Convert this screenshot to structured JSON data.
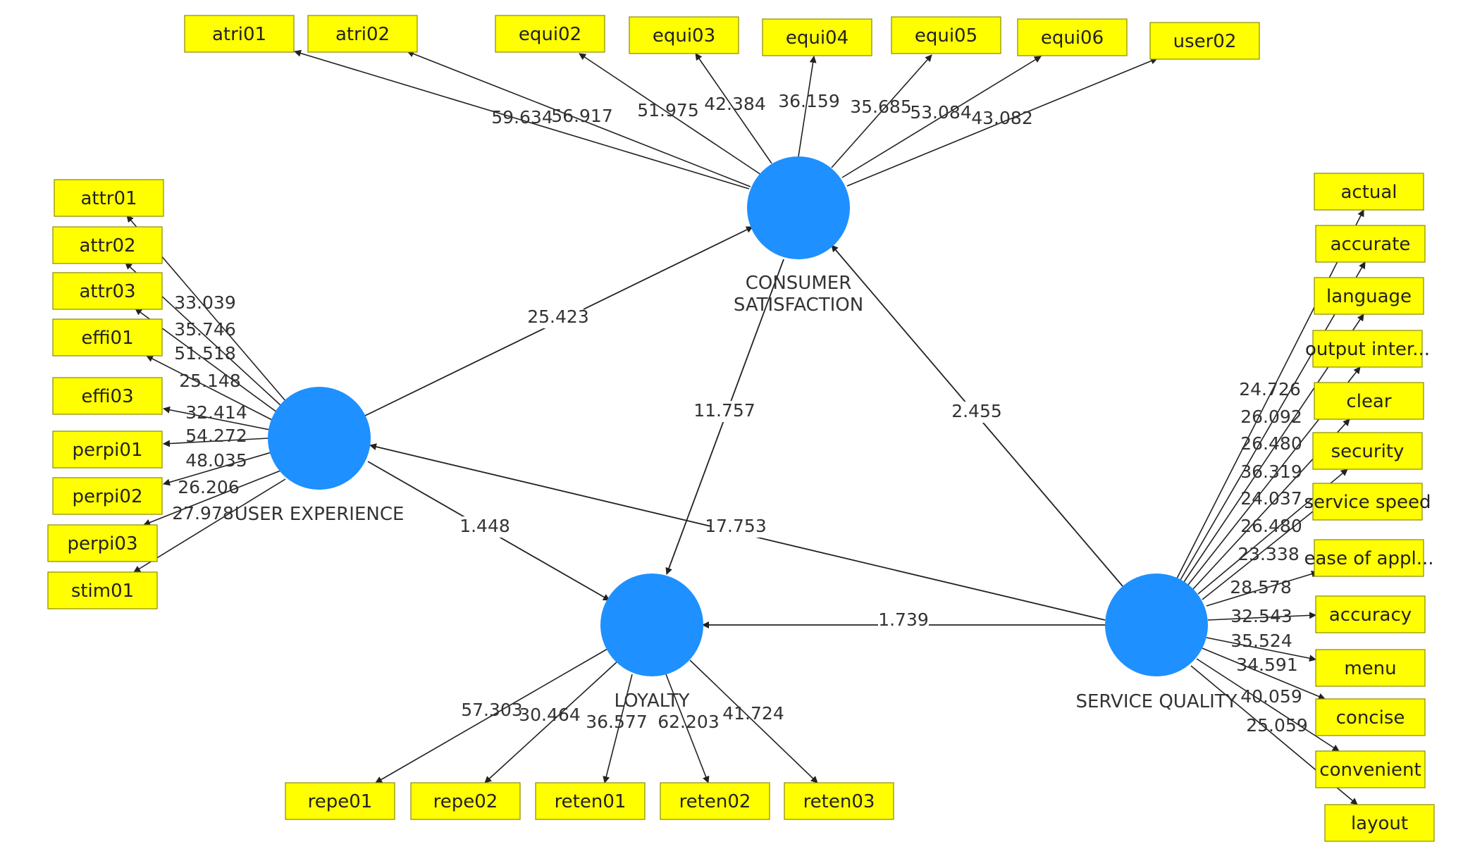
{
  "colors": {
    "indicator_fill": "#ffff00",
    "indicator_stroke": "#8a8a00",
    "construct_fill": "#1e90ff",
    "line": "#222222",
    "text": "#222222"
  },
  "constructs": [
    {
      "id": "cs",
      "label_lines": [
        "CONSUMER",
        "SATISFACTION"
      ]
    },
    {
      "id": "ux",
      "label_lines": [
        "USER EXPERIENCE"
      ]
    },
    {
      "id": "loy",
      "label_lines": [
        "LOYALTY"
      ]
    },
    {
      "id": "sq",
      "label_lines": [
        "SERVICE QUALITY"
      ]
    }
  ],
  "indicators": [
    {
      "id": "atri01",
      "label": "atri01",
      "construct": "cs",
      "coef": "59.634"
    },
    {
      "id": "atri02",
      "label": "atri02",
      "construct": "cs",
      "coef": "56.917"
    },
    {
      "id": "equi02",
      "label": "equi02",
      "construct": "cs",
      "coef": "51.975"
    },
    {
      "id": "equi03",
      "label": "equi03",
      "construct": "cs",
      "coef": "42.384"
    },
    {
      "id": "equi04",
      "label": "equi04",
      "construct": "cs",
      "coef": "36.159"
    },
    {
      "id": "equi05",
      "label": "equi05",
      "construct": "cs",
      "coef": "35.685"
    },
    {
      "id": "equi06",
      "label": "equi06",
      "construct": "cs",
      "coef": "53.084"
    },
    {
      "id": "user02",
      "label": "user02",
      "construct": "cs",
      "coef": "43.082"
    },
    {
      "id": "attr01",
      "label": "attr01",
      "construct": "ux",
      "coef": "33.039"
    },
    {
      "id": "attr02",
      "label": "attr02",
      "construct": "ux",
      "coef": "35.746"
    },
    {
      "id": "attr03",
      "label": "attr03",
      "construct": "ux",
      "coef": "51.518"
    },
    {
      "id": "effi01",
      "label": "effi01",
      "construct": "ux",
      "coef": "25.148"
    },
    {
      "id": "effi03",
      "label": "effi03",
      "construct": "ux",
      "coef": "32.414"
    },
    {
      "id": "perpi01",
      "label": "perpi01",
      "construct": "ux",
      "coef": "54.272"
    },
    {
      "id": "perpi02",
      "label": "perpi02",
      "construct": "ux",
      "coef": "48.035"
    },
    {
      "id": "perpi03",
      "label": "perpi03",
      "construct": "ux",
      "coef": "26.206"
    },
    {
      "id": "stim01",
      "label": "stim01",
      "construct": "ux",
      "coef": "27.978"
    },
    {
      "id": "repe01",
      "label": "repe01",
      "construct": "loy",
      "coef": "57.303"
    },
    {
      "id": "repe02",
      "label": "repe02",
      "construct": "loy",
      "coef": "30.464"
    },
    {
      "id": "reten01",
      "label": "reten01",
      "construct": "loy",
      "coef": "36.577"
    },
    {
      "id": "reten02",
      "label": "reten02",
      "construct": "loy",
      "coef": "62.203"
    },
    {
      "id": "reten03",
      "label": "reten03",
      "construct": "loy",
      "coef": "41.724"
    },
    {
      "id": "actual",
      "label": "actual",
      "construct": "sq",
      "coef": "24.726"
    },
    {
      "id": "accurate",
      "label": "accurate",
      "construct": "sq",
      "coef": "26.092"
    },
    {
      "id": "language",
      "label": "language",
      "construct": "sq",
      "coef": "26.480"
    },
    {
      "id": "output",
      "label": "output inter...",
      "construct": "sq",
      "coef": "36.319"
    },
    {
      "id": "clear",
      "label": "clear",
      "construct": "sq",
      "coef": "24.037"
    },
    {
      "id": "security",
      "label": "security",
      "construct": "sq",
      "coef": "26.480"
    },
    {
      "id": "speed",
      "label": "service speed",
      "construct": "sq",
      "coef": "23.338"
    },
    {
      "id": "ease",
      "label": "ease of appl...",
      "construct": "sq",
      "coef": "28.578"
    },
    {
      "id": "accuracy",
      "label": "accuracy",
      "construct": "sq",
      "coef": "32.543"
    },
    {
      "id": "menu",
      "label": "menu",
      "construct": "sq",
      "coef": "35.524"
    },
    {
      "id": "concise",
      "label": "concise",
      "construct": "sq",
      "coef": "34.591"
    },
    {
      "id": "convenient",
      "label": "convenient",
      "construct": "sq",
      "coef": "40.059"
    },
    {
      "id": "layout",
      "label": "layout",
      "construct": "sq",
      "coef": "25.059"
    }
  ],
  "paths": [
    {
      "id": "ux-cs",
      "from": "ux",
      "to": "cs",
      "coef": "25.423"
    },
    {
      "id": "cs-loy",
      "from": "cs",
      "to": "loy",
      "coef": "11.757"
    },
    {
      "id": "sq-cs",
      "from": "sq",
      "to": "cs",
      "coef": "2.455"
    },
    {
      "id": "ux-loy",
      "from": "ux",
      "to": "loy",
      "coef": "1.448"
    },
    {
      "id": "sq-ux",
      "from": "sq",
      "to": "ux",
      "coef": "17.753"
    },
    {
      "id": "sq-loy",
      "from": "sq",
      "to": "loy",
      "coef": "1.739"
    }
  ]
}
